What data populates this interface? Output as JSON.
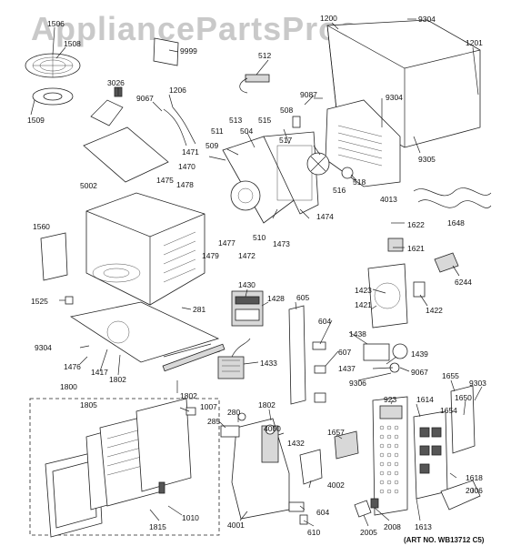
{
  "watermark": "AppliancePartsPros.com",
  "art_number": "(ART NO. WB13712 C5)",
  "callouts": [
    "1506",
    "1508",
    "9999",
    "3026",
    "1206",
    "9067",
    "512",
    "1200",
    "9304",
    "1201",
    "1509",
    "9087",
    "508",
    "9304",
    "5002",
    "511",
    "513",
    "504",
    "515",
    "517",
    "518",
    "4013",
    "9305",
    "1471",
    "509",
    "1470",
    "1475",
    "1478",
    "516",
    "1474",
    "1648",
    "1560",
    "1477",
    "510",
    "1473",
    "1479",
    "1472",
    "1622",
    "1621",
    "6244",
    "1525",
    "281",
    "1430",
    "1428",
    "605",
    "1423",
    "1421",
    "1422",
    "9304",
    "1476",
    "1417",
    "1802",
    "1438",
    "604",
    "607",
    "1439",
    "1437",
    "9067",
    "1433",
    "9306",
    "1655",
    "1800",
    "1805",
    "1802",
    "1007",
    "1802",
    "4000",
    "280",
    "285",
    "1657",
    "923",
    "1614",
    "1650",
    "9303",
    "1654",
    "1432",
    "4002",
    "1618",
    "2006",
    "4001",
    "604",
    "1010",
    "1815",
    "610",
    "2005",
    "2008",
    "1613"
  ]
}
